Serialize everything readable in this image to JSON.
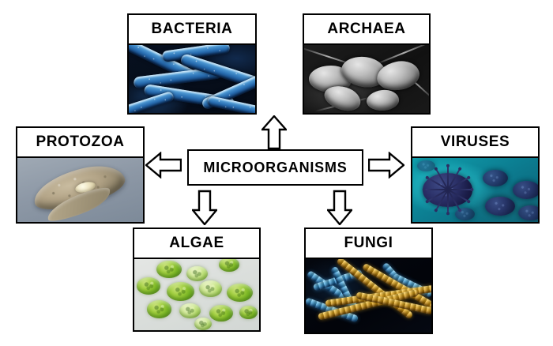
{
  "diagram": {
    "title": "MICROORGANISMS",
    "center": {
      "label": "MICROORGANISMS",
      "name": "center-node-microorganisms"
    },
    "colors": {
      "border": "#000000",
      "background": "#ffffff",
      "text": "#000000",
      "bacteria_accent": "#2a6fb3",
      "archaea_accent": "#bdbdbd",
      "protozoa_accent": "#b3a487",
      "viruses_accent": "#10a0ae",
      "algae_accent": "#9ecd3c",
      "fungi_accent": "#e8ab1b"
    },
    "nodes": [
      {
        "id": "bacteria",
        "label": "BACTERIA",
        "image_alt": "blue rod-shaped bacteria micrograph",
        "position": "top-left"
      },
      {
        "id": "archaea",
        "label": "ARCHAEA",
        "image_alt": "grayscale scanning electron micrograph of archaeal cells",
        "position": "top-right"
      },
      {
        "id": "protozoa",
        "label": "PROTOZOA",
        "image_alt": "light micrograph of a single protozoan cell",
        "position": "left"
      },
      {
        "id": "viruses",
        "label": "VIRUSES",
        "image_alt": "teal illustration of spiked virus particles",
        "position": "right"
      },
      {
        "id": "algae",
        "label": "ALGAE",
        "image_alt": "green spherical algal cells micrograph",
        "position": "bottom-left"
      },
      {
        "id": "fungi",
        "label": "FUNGI",
        "image_alt": "gold and blue fungal hyphae micrograph",
        "position": "bottom-right"
      }
    ],
    "arrows": [
      {
        "id": "arrow-up",
        "direction": "up",
        "from": "MICROORGANISMS",
        "to": "BACTERIA / ARCHAEA"
      },
      {
        "id": "arrow-left",
        "direction": "left",
        "from": "MICROORGANISMS",
        "to": "PROTOZOA"
      },
      {
        "id": "arrow-right",
        "direction": "right",
        "from": "MICROORGANISMS",
        "to": "VIRUSES"
      },
      {
        "id": "arrow-down-left",
        "direction": "down",
        "from": "MICROORGANISMS",
        "to": "ALGAE"
      },
      {
        "id": "arrow-down-right",
        "direction": "down",
        "from": "MICROORGANISMS",
        "to": "FUNGI"
      }
    ]
  }
}
